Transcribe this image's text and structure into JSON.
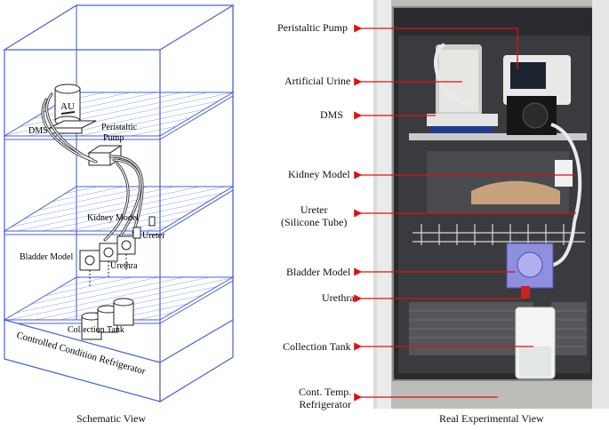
{
  "schematic": {
    "caption": "Schematic View",
    "labels": {
      "au": "AU",
      "dms": "DMS",
      "peristaltic": "Peristaltic",
      "pump": "Pump",
      "kidney_model": "Kidney Model",
      "ureter": "Ureter",
      "bladder_model": "Bladder Model",
      "urethra": "Urethra",
      "collection_tank": "Collection Tank",
      "refrigerator": "Controlled Condition Refrigerator"
    }
  },
  "photo": {
    "caption": "Real Experimental View",
    "callouts": [
      {
        "id": "peristaltic-pump",
        "lines": [
          "Peristaltic Pump"
        ]
      },
      {
        "id": "artificial-urine",
        "lines": [
          "Artificial Urine"
        ]
      },
      {
        "id": "dms",
        "lines": [
          "DMS"
        ]
      },
      {
        "id": "kidney-model",
        "lines": [
          "Kidney Model"
        ]
      },
      {
        "id": "ureter",
        "lines": [
          "Ureter",
          "(Silicone Tube)"
        ]
      },
      {
        "id": "bladder-model",
        "lines": [
          "Bladder Model"
        ]
      },
      {
        "id": "urethra",
        "lines": [
          "Urethra"
        ]
      },
      {
        "id": "collection-tank",
        "lines": [
          "Collection Tank"
        ]
      },
      {
        "id": "refrigerator",
        "lines": [
          "Cont. Temp.",
          "Refrigerator"
        ]
      }
    ]
  },
  "colors": {
    "arrow": "#e01010",
    "hatch": "#7b8ff0",
    "outline": "#4a5fd8"
  }
}
